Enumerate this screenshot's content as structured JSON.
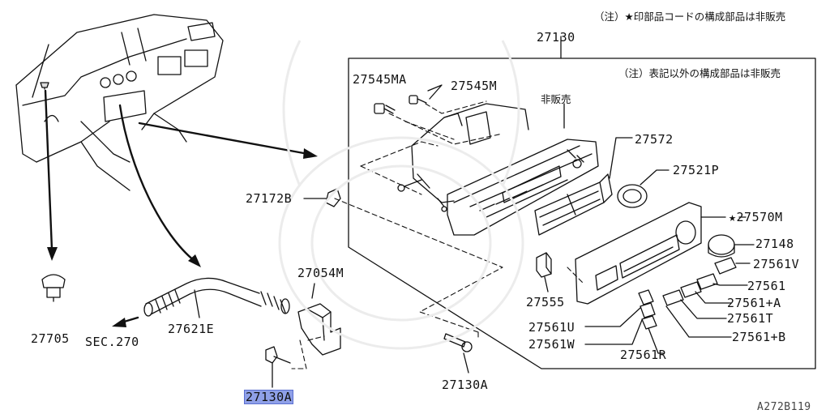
{
  "notes": {
    "top": "（注）★印部品コードの構成部品は非販売",
    "inner": "（注）表記以外の構成部品は非販売",
    "not_sold": "非販売"
  },
  "parts": {
    "p27130": "27130",
    "p27545MA": "27545MA",
    "p27545M": "27545M",
    "p27572": "27572",
    "p27521P": "27521P",
    "p27570M": "★27570M",
    "p27172B": "27172B",
    "p27148": "27148",
    "p27561V": "27561V",
    "p27561": "27561",
    "p27555": "27555",
    "p27561A": "27561+A",
    "p27561U": "27561U",
    "p27561T": "27561T",
    "p27561W": "27561W",
    "p27561B": "27561+B",
    "p27561R": "27561R",
    "p27054M": "27054M",
    "p27621E": "27621E",
    "p27705": "27705",
    "sec270": "SEC.270",
    "p27130A_sel": "27130A",
    "p27130A": "27130A"
  },
  "figure_id": "A272B119"
}
